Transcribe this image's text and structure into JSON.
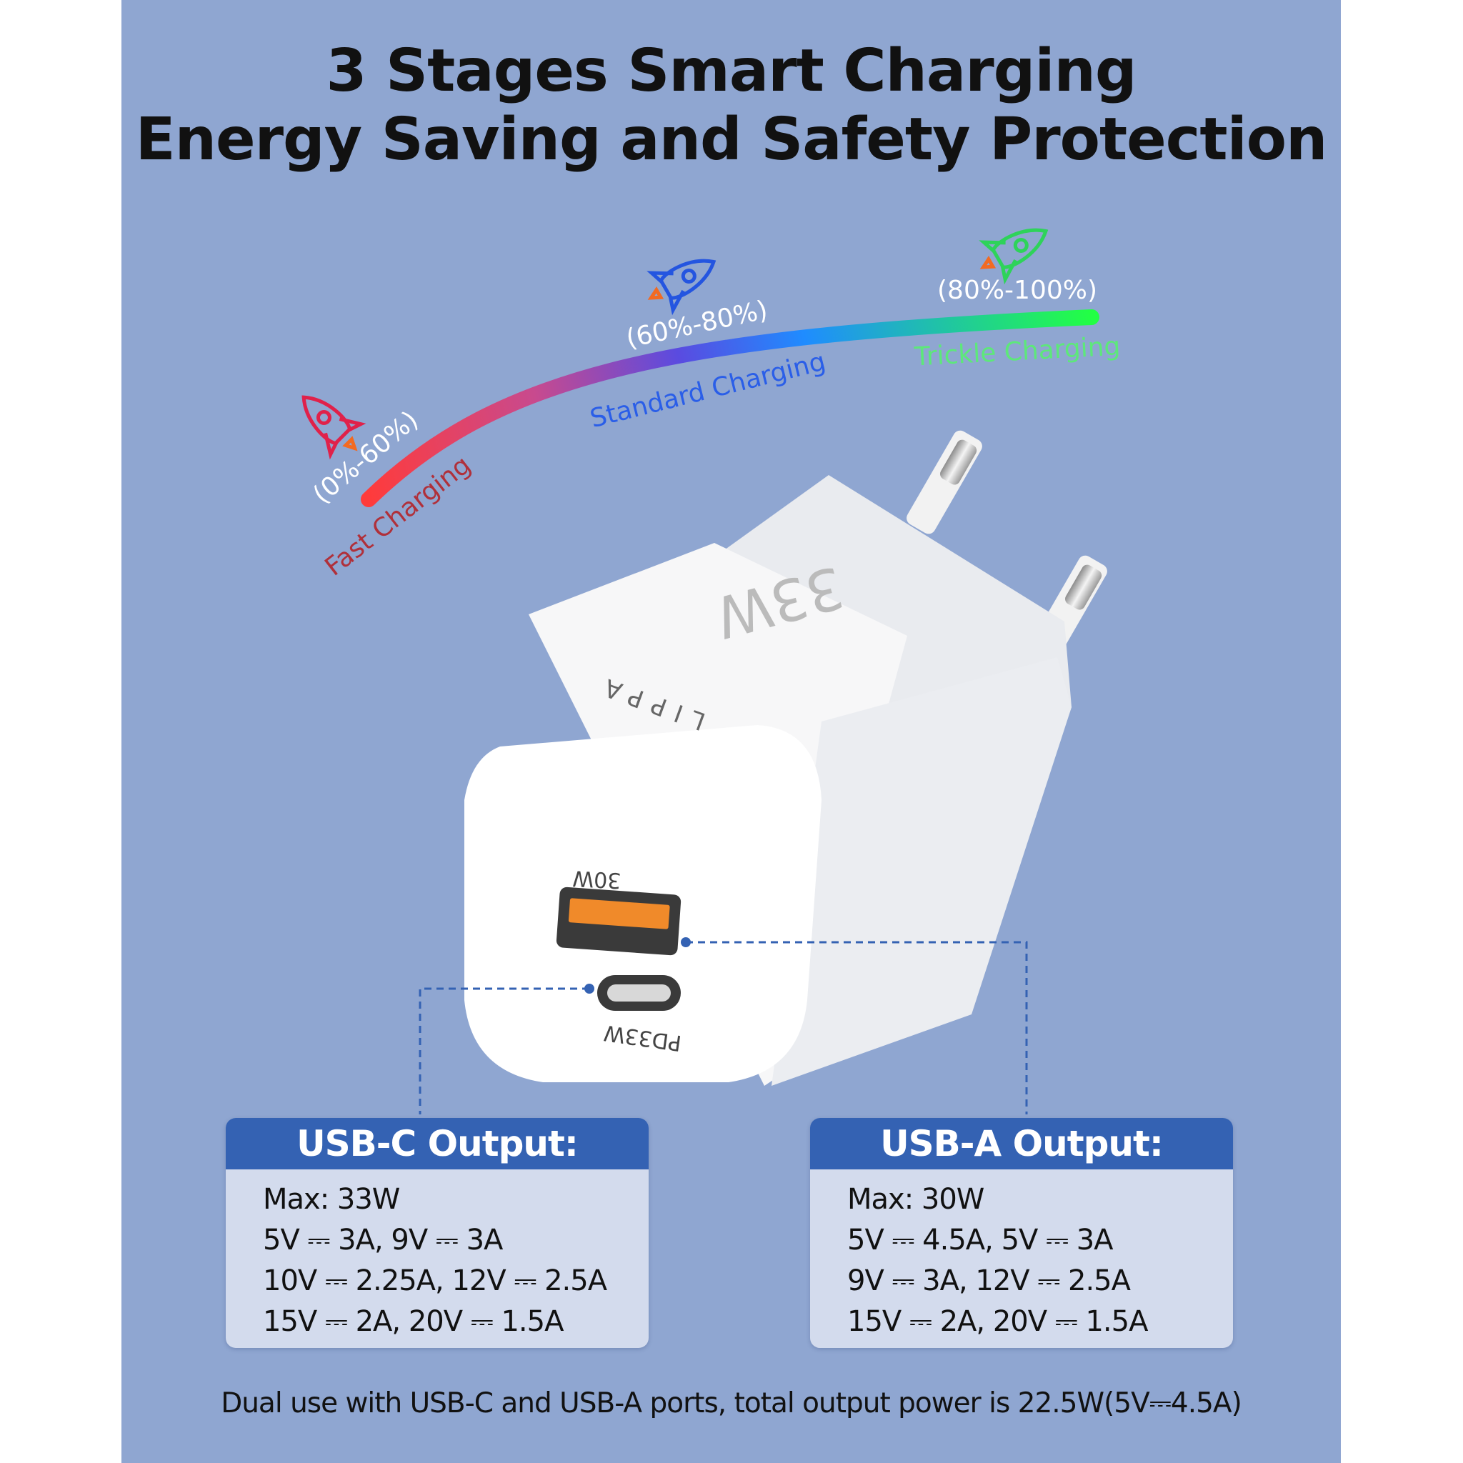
{
  "header": {
    "title_line1": "3 Stages Smart Charging",
    "title_line2": "Energy Saving and Safety Protection"
  },
  "stages": [
    {
      "range": "(0%-60%)",
      "name": "Fast Charging",
      "color": "#b0303a",
      "icon": "rocket-icon"
    },
    {
      "range": "(60%-80%)",
      "name": "Standard Charging",
      "color": "#2a5ee8",
      "icon": "rocket-icon"
    },
    {
      "range": "(80%-100%)",
      "name": "Trickle Charging",
      "color": "#5de87a",
      "icon": "rocket-icon"
    }
  ],
  "charger": {
    "brand": "LIPPA",
    "power_marking": "33W",
    "usb_a_marking": "30W",
    "usb_c_marking": "PD33W"
  },
  "usb_c": {
    "title": "USB-C Output:",
    "lines": [
      "Max: 33W",
      "5V ⎓ 3A, 9V ⎓ 3A",
      "10V ⎓ 2.25A, 12V ⎓ 2.5A",
      "15V ⎓ 2A, 20V ⎓ 1.5A"
    ]
  },
  "usb_a": {
    "title": "USB-A Output:",
    "lines": [
      "Max: 30W",
      "5V ⎓ 4.5A, 5V ⎓ 3A",
      "9V ⎓ 3A, 12V ⎓ 2.5A",
      "15V ⎓ 2A, 20V ⎓ 1.5A"
    ]
  },
  "footer": "Dual use with USB-C and USB-A ports, total output power is 22.5W(5V⎓4.5A)",
  "colors": {
    "background": "#8fa6d1",
    "box_header": "#3462b3",
    "box_body": "#d3dbed"
  }
}
